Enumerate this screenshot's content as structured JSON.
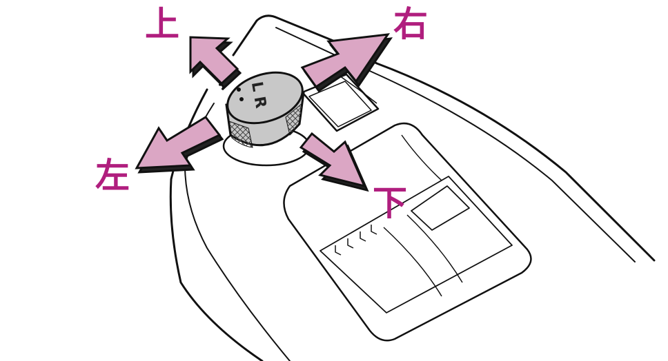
{
  "labels": {
    "up": "上",
    "right": "右",
    "left": "左",
    "down": "下"
  },
  "knob": {
    "marking": "L R"
  },
  "colors": {
    "arrow_fill": "#dba6c4",
    "arrow_shadow": "#222222",
    "label_text": "#b01e7e",
    "knob_fill": "#c8c8c8",
    "outline": "#111111"
  },
  "icons": {
    "arrow_up": "up-left-arrow-icon",
    "arrow_right": "up-right-arrow-icon",
    "arrow_left": "down-left-arrow-icon",
    "arrow_down": "down-right-arrow-icon"
  }
}
